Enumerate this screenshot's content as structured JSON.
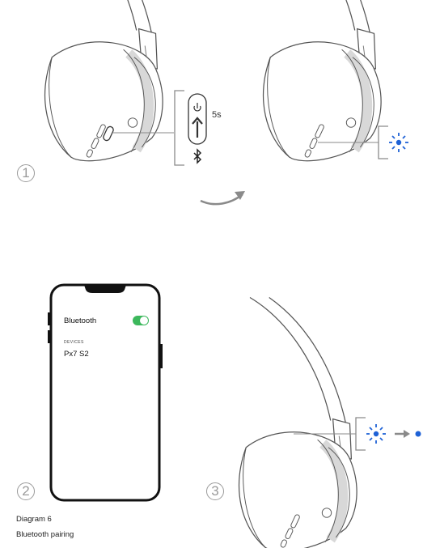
{
  "steps": [
    "1",
    "2",
    "3"
  ],
  "step1": {
    "duration": "5s",
    "power_icon": "power-icon",
    "bluetooth_icon": "bluetooth-icon"
  },
  "step2": {
    "phone": {
      "bluetooth_label": "Bluetooth",
      "toggle_on": true,
      "devices_heading": "DEVICES",
      "device_name": "Px7 S2"
    }
  },
  "colors": {
    "led_blue": "#1f62d6",
    "line_gray": "#8a8a8a",
    "outline": "#555555"
  },
  "caption": {
    "line1": "Diagram 6",
    "line2": "Bluetooth pairing"
  }
}
